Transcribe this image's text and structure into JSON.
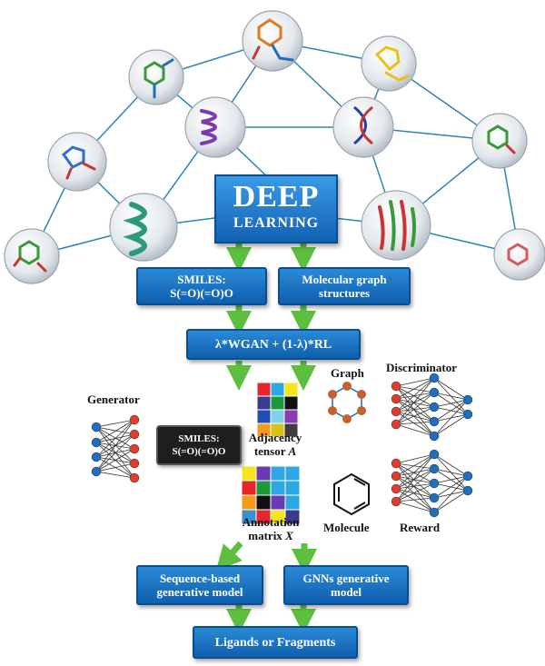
{
  "deep_learning": {
    "line1": "DEEP",
    "line2": "LEARNING"
  },
  "boxes": {
    "smiles_line1": "SMILES:",
    "smiles_line2": "S(=O)(=O)O",
    "molgraph_line1": "Molecular graph",
    "molgraph_line2": "structures",
    "wgan": "λ*WGAN + (1-λ)*RL",
    "seq_line1": "Sequence-based",
    "seq_line2": "generative model",
    "gnn_line1": "GNNs generative",
    "gnn_line2": "model",
    "ligands": "Ligands or Fragments"
  },
  "smiles_token": {
    "line1": "SMILES:",
    "line2": "S(=O)(=O)O"
  },
  "labels": {
    "generator": "Generator",
    "graph": "Graph",
    "discriminator": "Discriminator",
    "adjacency_line1": "Adjacency",
    "adjacency_line2": "tensor",
    "adjacency_var": "A",
    "annotation_line1": "Annotation",
    "annotation_line2": "matrix",
    "annotation_var": "X",
    "molecule": "Molecule",
    "reward": "Reward"
  },
  "colors": {
    "box_blue": "#1f72c4",
    "arrow_green": "#5dbf3f",
    "network_line": "#2b86b5",
    "node_red": "#e23a2e",
    "node_blue": "#1d6fc0",
    "graph_node": "#c8602a"
  },
  "matrix_colors": {
    "adjacency": [
      "#e6262b",
      "#2fa7e4",
      "#f4e51c",
      "#3a3a8f",
      "#1a9a3a",
      "#111111",
      "#1f4fb5",
      "#7fd0ef",
      "#8a3ab5",
      "#f29a1c",
      "#d6c21a",
      "#3d3d3d"
    ],
    "annotation": [
      "#f4e51c",
      "#6a3ab5",
      "#2fa7e4",
      "#2fa7e4",
      "#e6262b",
      "#1a9a3a",
      "#2fa7e4",
      "#2fa7e4",
      "#f29a1c",
      "#111111",
      "#6a3ab5",
      "#2fa7e4",
      "#3a8fd0",
      "#e6262b",
      "#f4e51c",
      "#3a3a8f"
    ]
  },
  "icons": [
    "molecule-icon",
    "protein-helix-icon",
    "dna-icon",
    "beta-sheet-icon",
    "neural-network-icon",
    "benzene-icon",
    "graph-icon"
  ]
}
